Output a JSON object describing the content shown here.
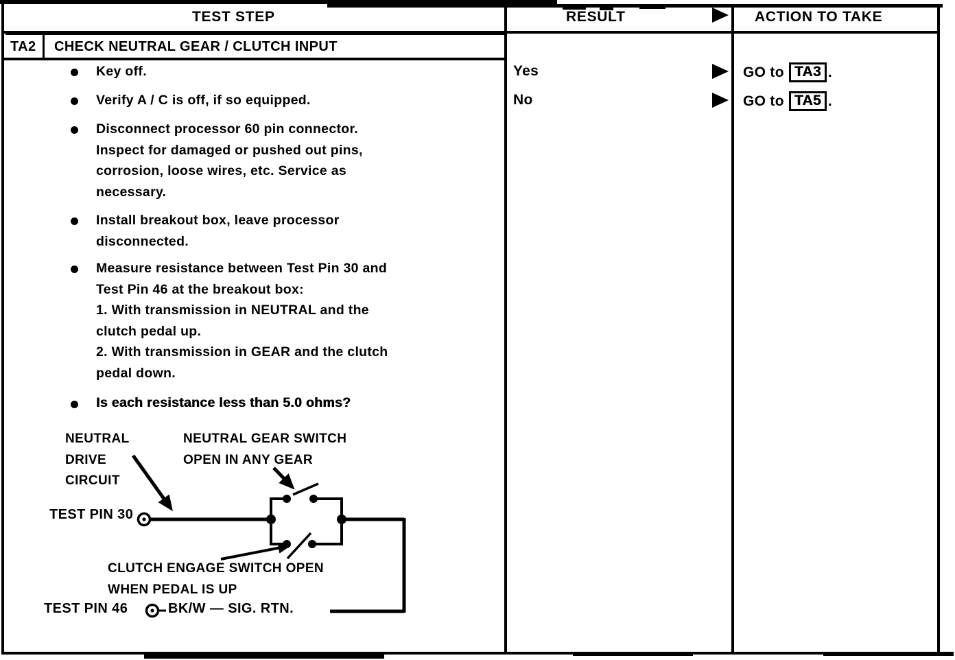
{
  "headers": {
    "test_step": "TEST STEP",
    "result": "RESULT",
    "action": "ACTION TO TAKE"
  },
  "step": {
    "id": "TA2",
    "title": "CHECK NEUTRAL GEAR / CLUTCH INPUT"
  },
  "bullets": {
    "b1": {
      "lines": [
        "Key off."
      ]
    },
    "b2": {
      "lines": [
        "Verify A / C is off, if so equipped."
      ]
    },
    "b3": {
      "lines": [
        "Disconnect processor 60 pin connector.",
        "Inspect for damaged or pushed out pins,",
        "corrosion, loose wires, etc. Service as",
        "necessary."
      ]
    },
    "b4": {
      "lines": [
        "Install breakout box, leave processor",
        "disconnected."
      ]
    },
    "b5": {
      "lines": [
        "Measure resistance between Test Pin 30 and",
        "Test Pin 46 at the breakout box:",
        "1. With transmission in NEUTRAL and the",
        "clutch pedal up.",
        "2. With transmission in GEAR and the clutch",
        "pedal down."
      ]
    },
    "b6": {
      "lines": [
        "Is each resistance less than 5.0 ohms?"
      ]
    }
  },
  "outcomes": [
    {
      "result": "Yes",
      "go": "GO to",
      "ref": "TA3",
      "period": "."
    },
    {
      "result": "No",
      "go": "GO to",
      "ref": "TA5",
      "period": "."
    }
  ],
  "diagram": {
    "neutral_drive": [
      "NEUTRAL",
      "DRIVE",
      "CIRCUIT"
    ],
    "gear_switch": [
      "NEUTRAL GEAR SWITCH",
      "OPEN IN ANY GEAR"
    ],
    "clutch_switch": [
      "CLUTCH ENGAGE SWITCH OPEN",
      "WHEN PEDAL IS UP"
    ],
    "test_pin_30": "TEST PIN 30",
    "test_pin_46": "TEST PIN 46",
    "wire_label": "BK/W — SIG. RTN.",
    "ink_color": "#000000"
  }
}
